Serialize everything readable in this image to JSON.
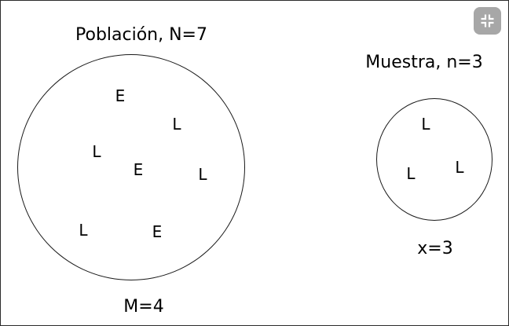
{
  "population": {
    "title": "Población, N=7",
    "elements": [
      "E",
      "L",
      "L",
      "E",
      "L",
      "L",
      "E"
    ],
    "footer": "M=4"
  },
  "sample": {
    "title": "Muestra, n=3",
    "elements": [
      "L",
      "L",
      "L"
    ],
    "footer": "x=3"
  },
  "controls": {
    "collapse_icon": "collapse-icon"
  },
  "colors": {
    "stroke": "#1a1a1a",
    "button_bg": "#a7a7a7",
    "icon": "#ffffff"
  }
}
